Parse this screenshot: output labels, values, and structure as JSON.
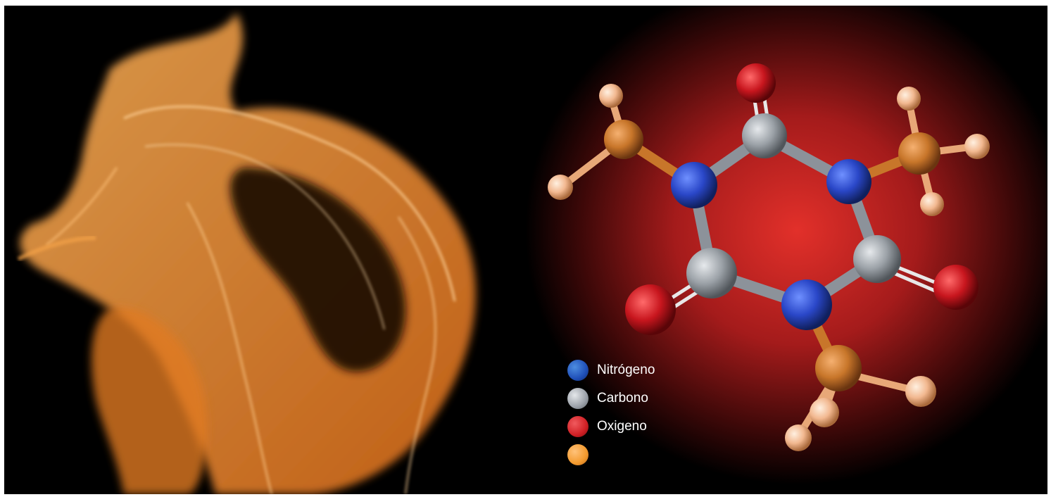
{
  "legend": {
    "items": [
      {
        "label": "Nitrógeno",
        "color": "#1f4fb8"
      },
      {
        "label": "Carbono",
        "color": "#9aa0a8"
      },
      {
        "label": "Oxigeno",
        "color": "#d01f24"
      },
      {
        "label": "",
        "color": "#f39a2e"
      }
    ]
  },
  "colors": {
    "background": "#000000",
    "flame": "#f08a24",
    "glow": "#d8252a",
    "nitrogen": "#2a55c8",
    "carbon": "#9ba1a7",
    "oxygen": "#c8161e",
    "methyl": "#c8762a",
    "hydrogen": "#f2b890"
  }
}
